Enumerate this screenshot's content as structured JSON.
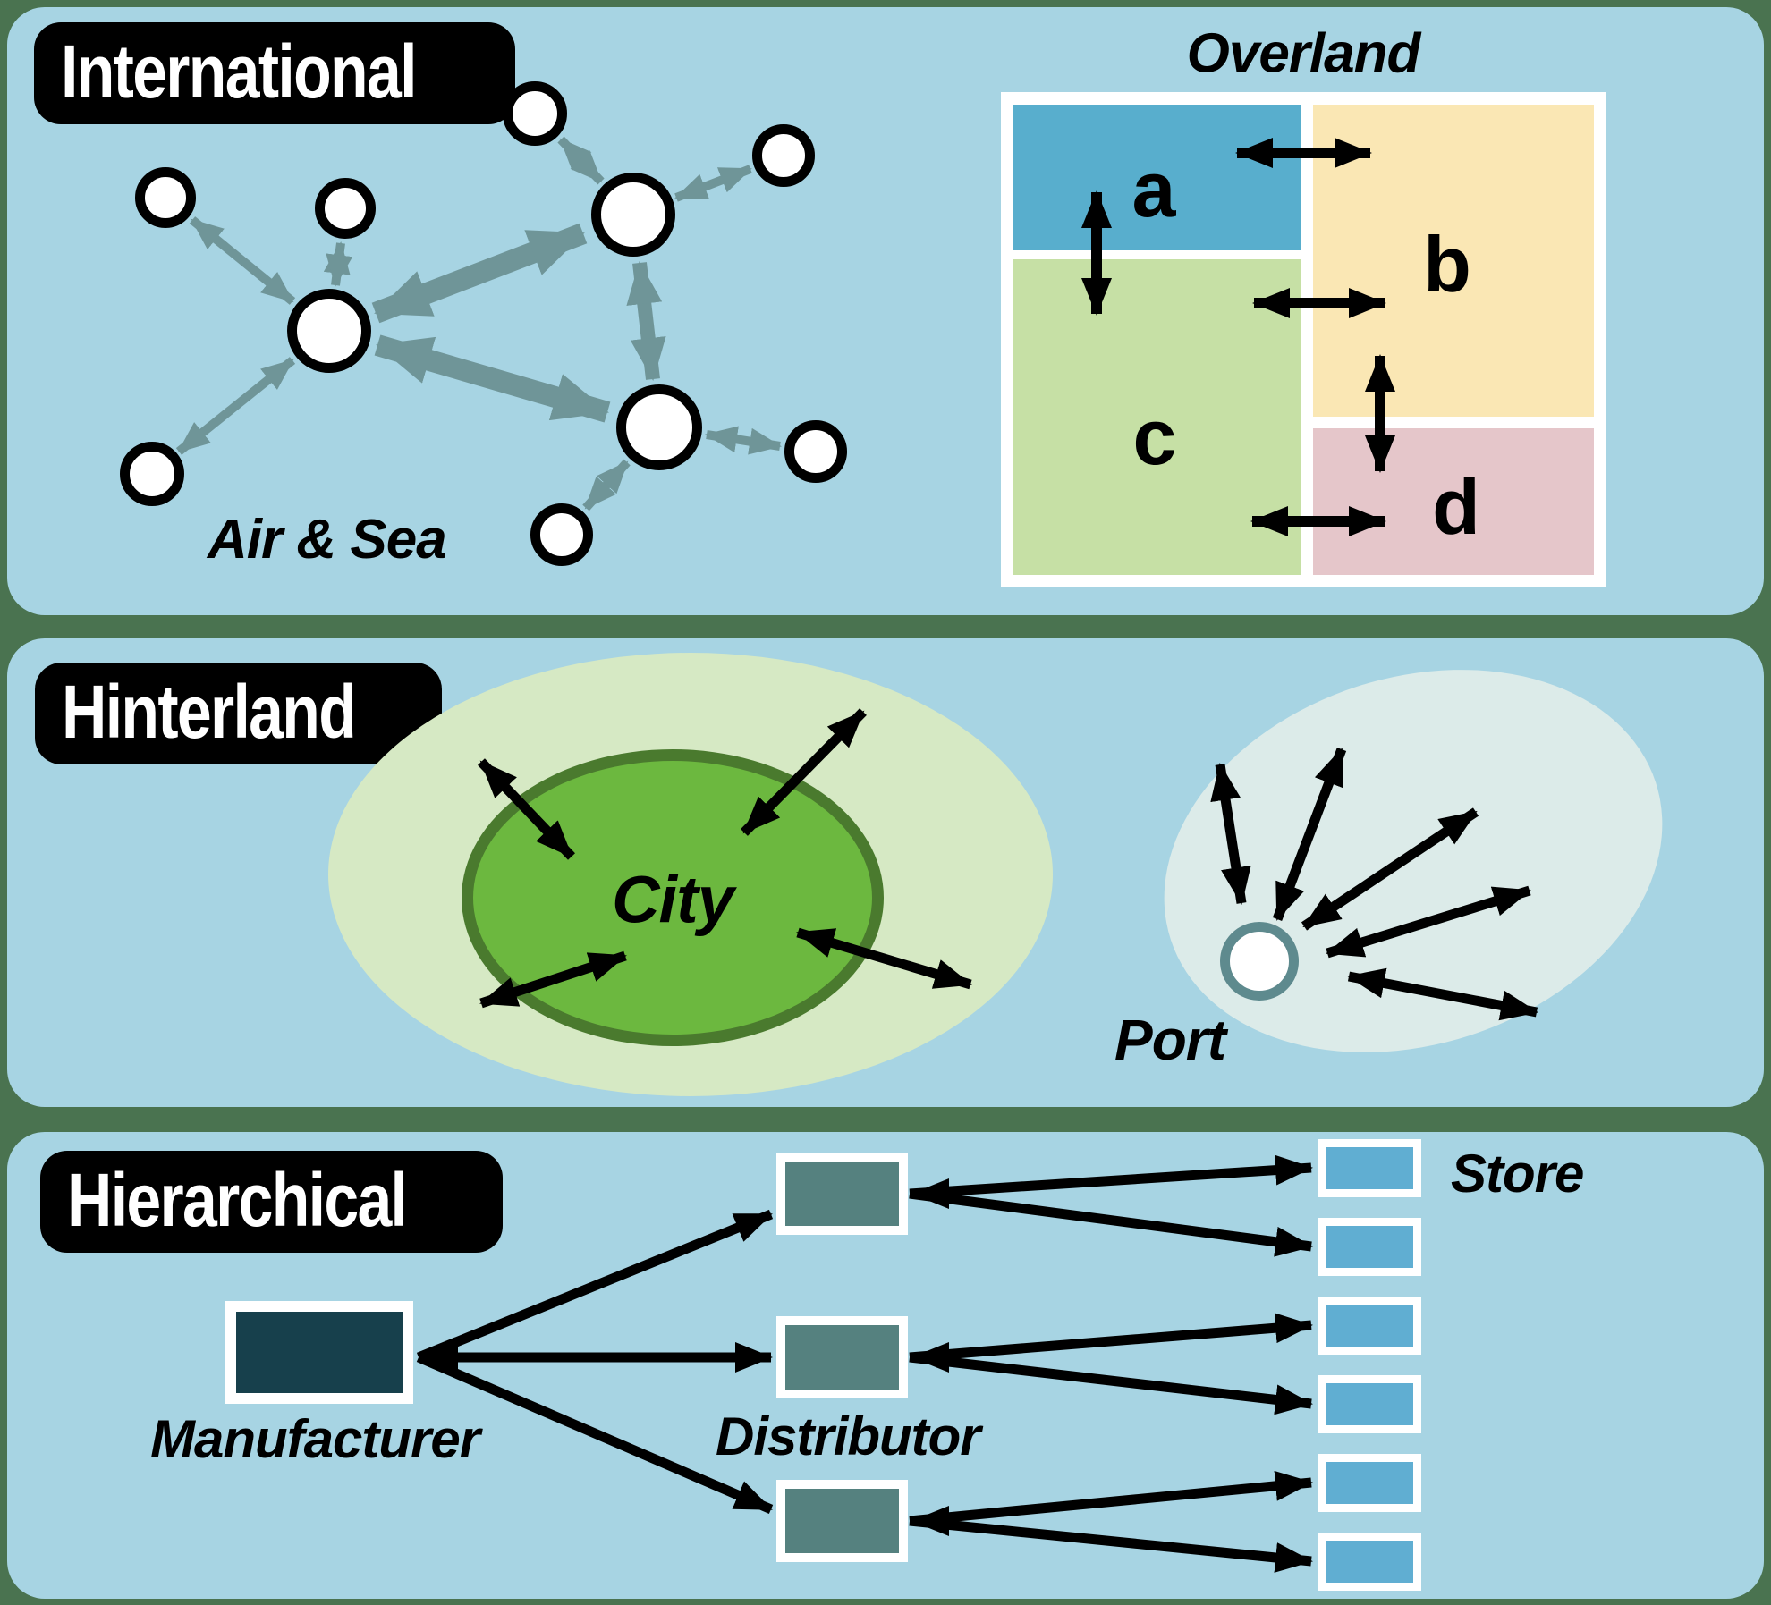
{
  "panels": {
    "international": {
      "title": "International",
      "air_sea_label": "Air & Sea",
      "network": {
        "node_count": 10,
        "arrow_color": "#6f9598"
      },
      "overland": {
        "title": "Overland",
        "regions": [
          {
            "label": "a",
            "color": "#58aecd"
          },
          {
            "label": "b",
            "color": "#fae7b4"
          },
          {
            "label": "c",
            "color": "#c6e0a5"
          },
          {
            "label": "d",
            "color": "#e5c6ca"
          }
        ]
      }
    },
    "hinterland": {
      "title": "Hinterland",
      "city_label": "City",
      "port_label": "Port",
      "colors": {
        "city_outer": "#d6e9c4",
        "city_inner": "#6cb83f",
        "city_border": "#4a7a2e",
        "port_area": "#dcebe9",
        "port_ring": "#5e8a8e"
      }
    },
    "hierarchical": {
      "title": "Hierarchical",
      "manufacturer_label": "Manufacturer",
      "distributor_label": "Distributor",
      "store_label": "Store",
      "manufacturer_count": 1,
      "distributor_count": 3,
      "store_count": 6,
      "colors": {
        "manufacturer": "#17404c",
        "distributor": "#55817f",
        "store": "#60aed2"
      }
    }
  },
  "colors": {
    "background": "#4a7350",
    "panel": "#a7d4e3",
    "label_box": "#000000",
    "label_text": "#ffffff",
    "arrow_black": "#000000",
    "node_fill": "#ffffff",
    "node_border": "#000000"
  }
}
